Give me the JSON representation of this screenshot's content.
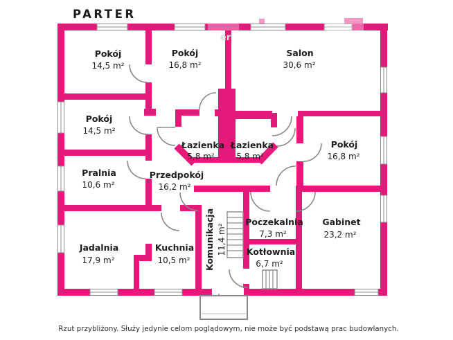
{
  "title": "PARTER",
  "disclaimer": "Rzut przybliżony. Służy jedynie celom poglądowym, nie może być podstawą prac budowlanych.",
  "watermark_fragment": "er",
  "colors": {
    "wall": "#e5197a",
    "line": "#8a8a8a",
    "text": "#1d1d1d"
  },
  "rooms": {
    "pokoj_tl": {
      "name": "Pokój",
      "area": "14,5 m²"
    },
    "pokoj_tm": {
      "name": "Pokój",
      "area": "16,8 m²"
    },
    "salon": {
      "name": "Salon",
      "area": "30,6 m²"
    },
    "pokoj_l2": {
      "name": "Pokój",
      "area": "14,5 m²"
    },
    "lazienka_l": {
      "name": "Łazienka",
      "area": "5,8 m²"
    },
    "lazienka_r": {
      "name": "Łazienka",
      "area": "5,8 m²"
    },
    "pokoj_r": {
      "name": "Pokój",
      "area": "16,8 m²"
    },
    "pralnia": {
      "name": "Pralnia",
      "area": "10,6 m²"
    },
    "przedpokoj": {
      "name": "Przedpokój",
      "area": "16,2 m²"
    },
    "jadalnia": {
      "name": "Jadalnia",
      "area": "17,9 m²"
    },
    "kuchnia": {
      "name": "Kuchnia",
      "area": "10,5 m²"
    },
    "komunikacja": {
      "name": "Komunikacja",
      "area": "11,4 m²"
    },
    "poczekalnia": {
      "name": "Poczekalnia",
      "area": "7,3 m²"
    },
    "kotlownia": {
      "name": "Kotłownia",
      "area": "6,7 m²"
    },
    "gabinet": {
      "name": "Gabinet",
      "area": "23,2 m²"
    }
  }
}
